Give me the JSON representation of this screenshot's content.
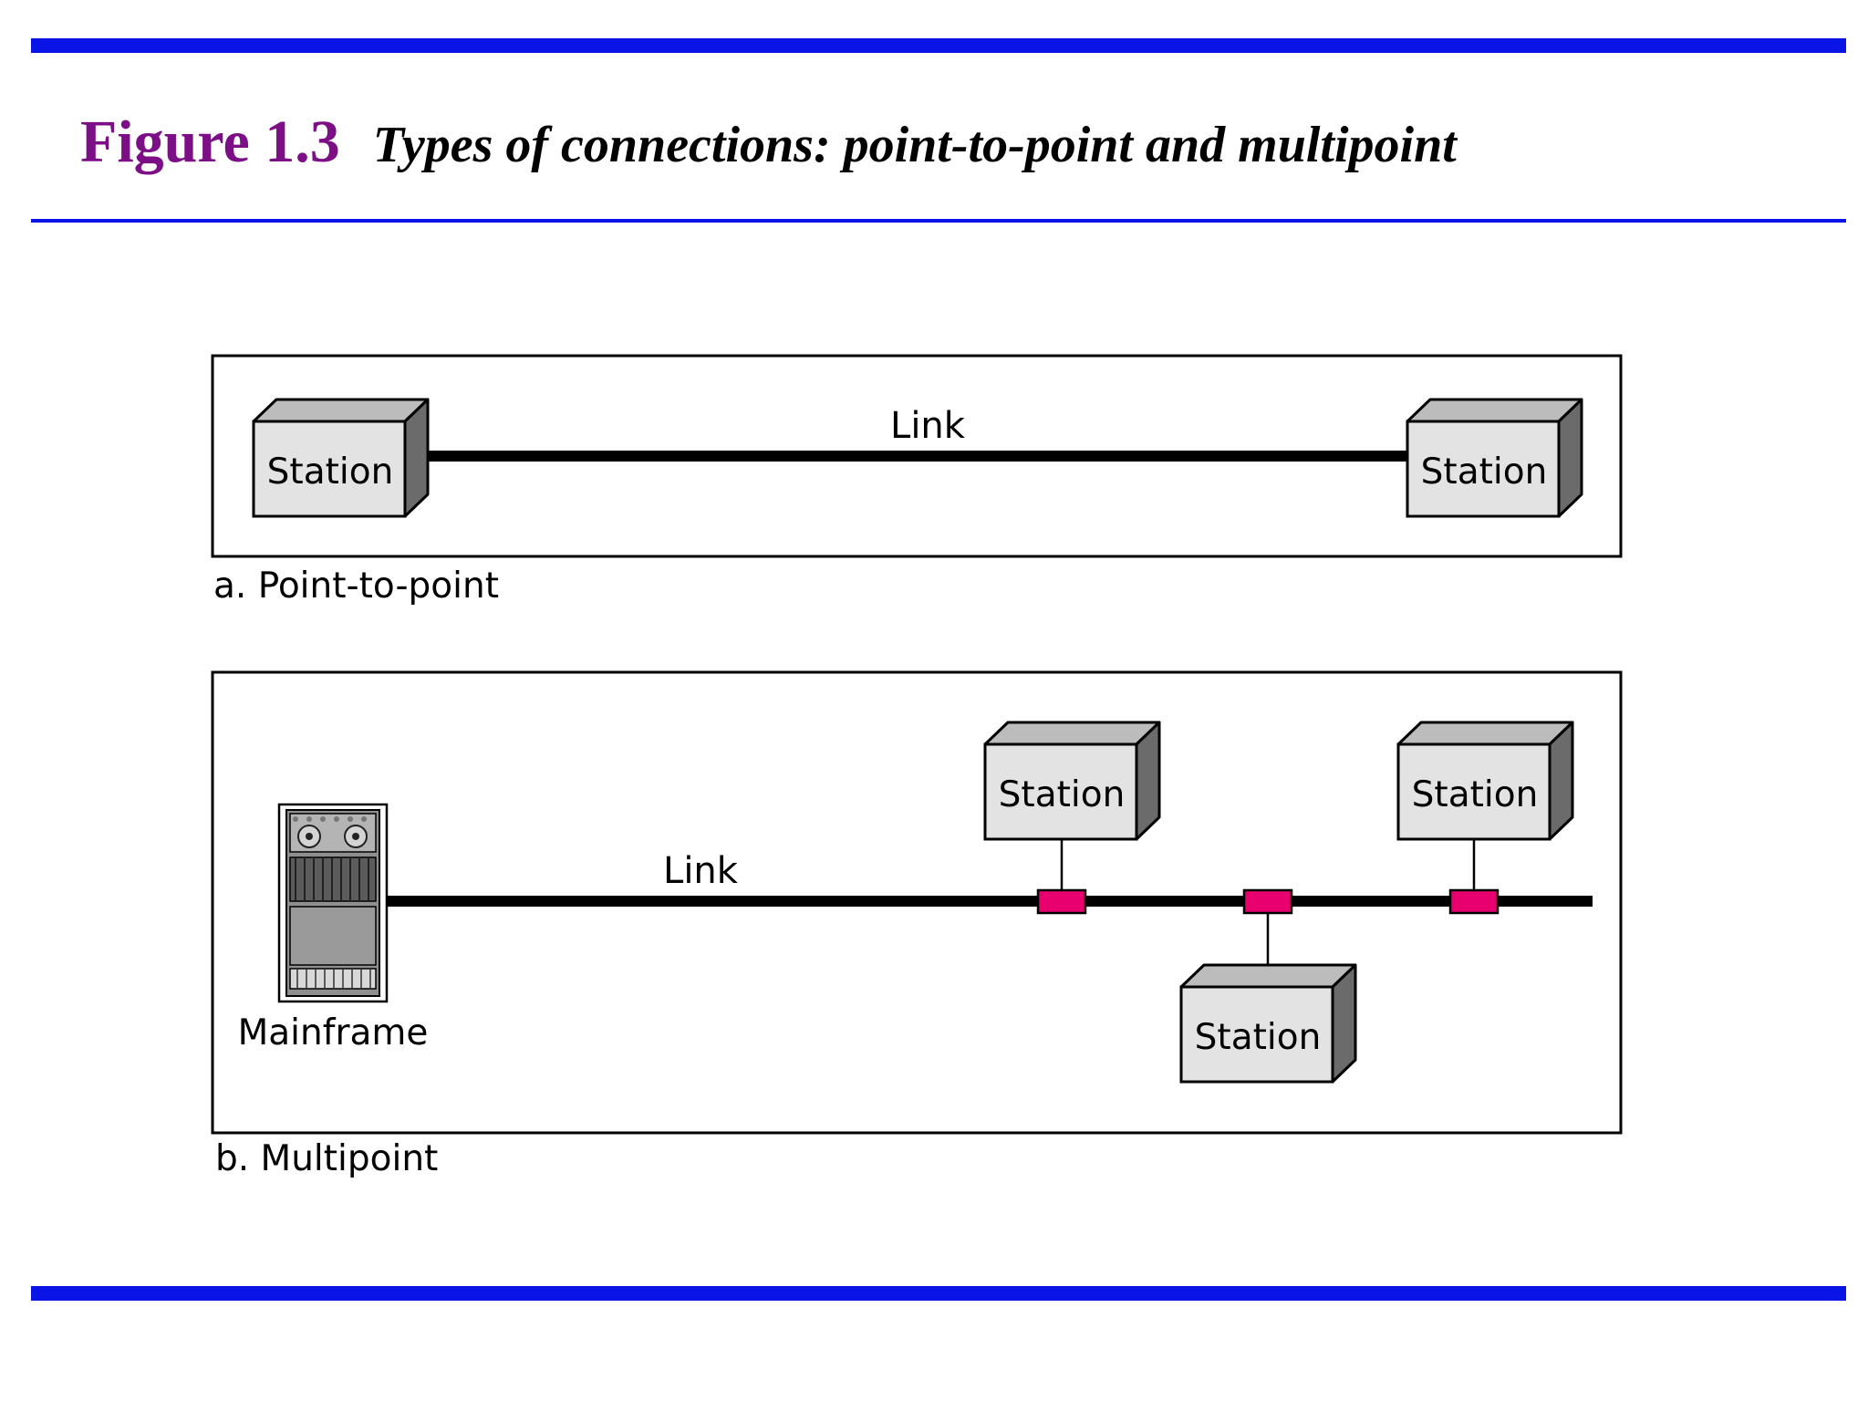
{
  "figure": {
    "number": "Figure 1.3",
    "caption": "Types of connections: point-to-point and multipoint"
  },
  "colors": {
    "rule_blue": "#0a14e6",
    "title_purple": "#7d0f86",
    "tap_magenta": "#e8006f",
    "station_face": "#e3e3e3",
    "station_top": "#bcbcbc",
    "station_side": "#6b6b6b"
  },
  "diagram_a": {
    "label": "a. Point-to-point",
    "link_label": "Link",
    "stations": [
      {
        "label": "Station"
      },
      {
        "label": "Station"
      }
    ]
  },
  "diagram_b": {
    "label": "b. Multipoint",
    "link_label": "Link",
    "mainframe_label": "Mainframe",
    "stations": [
      {
        "label": "Station",
        "side": "above"
      },
      {
        "label": "Station",
        "side": "below"
      },
      {
        "label": "Station",
        "side": "above"
      }
    ]
  }
}
